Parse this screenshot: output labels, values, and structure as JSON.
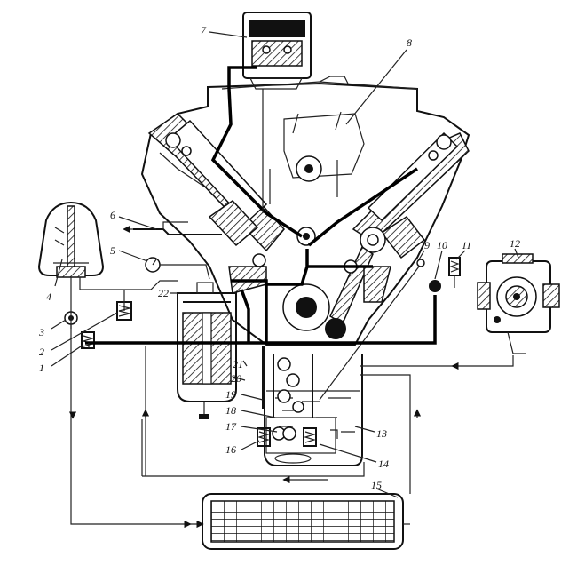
{
  "figure": {
    "callouts": [
      "1",
      "2",
      "3",
      "4",
      "5",
      "6",
      "7",
      "8",
      "9",
      "10",
      "11",
      "12",
      "13",
      "14",
      "15",
      "16",
      "17",
      "18",
      "19",
      "20",
      "21",
      "22"
    ]
  },
  "parts": [
    {
      "id": "1",
      "icon": "relief-valve-icon"
    },
    {
      "id": "2",
      "icon": "relief-valve-icon"
    },
    {
      "id": "3",
      "icon": "valve-icon"
    },
    {
      "id": "4",
      "icon": "centrifugal-filter-icon"
    },
    {
      "id": "5",
      "icon": "pressure-gauge-icon"
    },
    {
      "id": "6",
      "icon": "breather-pipe-icon"
    },
    {
      "id": "7",
      "icon": "fuel-pump-icon"
    },
    {
      "id": "8",
      "icon": "engine-block-icon"
    },
    {
      "id": "9",
      "icon": "dipstick-icon"
    },
    {
      "id": "10",
      "icon": "plug-icon"
    },
    {
      "id": "11",
      "icon": "pressure-sensor-icon"
    },
    {
      "id": "12",
      "icon": "compressor-icon"
    },
    {
      "id": "13",
      "icon": "oil-sump-icon"
    },
    {
      "id": "14",
      "icon": "oil-pump-icon"
    },
    {
      "id": "15",
      "icon": "oil-cooler-icon"
    },
    {
      "id": "16",
      "icon": "pump-valve-icon"
    },
    {
      "id": "17",
      "icon": "pump-gear-icon"
    },
    {
      "id": "18",
      "icon": "pump-section-icon"
    },
    {
      "id": "19",
      "icon": "valve-icon"
    },
    {
      "id": "20",
      "icon": "filter-element-icon"
    },
    {
      "id": "21",
      "icon": "filter-housing-icon"
    },
    {
      "id": "22",
      "icon": "filter-valve-icon"
    }
  ]
}
